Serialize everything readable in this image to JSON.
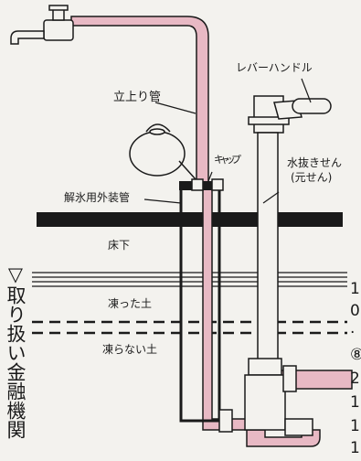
{
  "labels": {
    "lever_handle": "レバーハンドル",
    "riser_pipe": "立上り管",
    "cap": "キャップ",
    "drain_valve_line1": "水抜きせん",
    "drain_valve_line2": "(元せん)",
    "thaw_casing": "解氷用外装管",
    "underfloor": "床下",
    "frozen_soil": "凍った土",
    "unfrozen_soil": "凍らない土"
  },
  "side_title": "▽取り扱い金融機関",
  "right_edge": [
    "1",
    "0",
    "·",
    "⑧",
    "2",
    "1",
    "1",
    "1"
  ],
  "colors": {
    "pipe_pink": "#e8b9c4",
    "line_dark": "#1a1a1a",
    "background": "#f3f2ee"
  }
}
